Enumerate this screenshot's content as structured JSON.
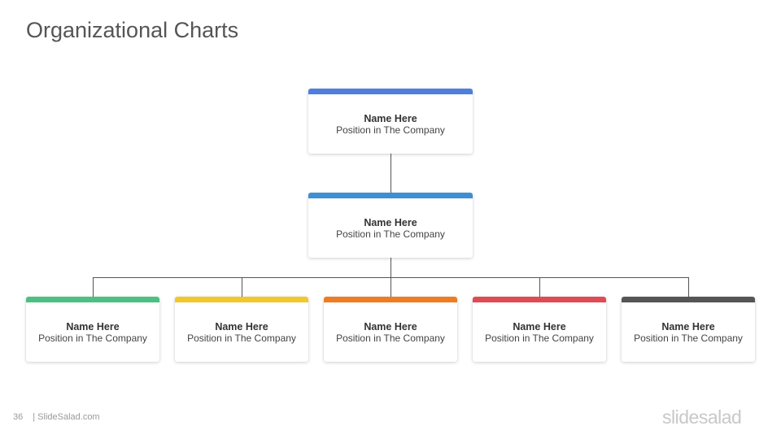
{
  "title": "Organizational Charts",
  "nodes": [
    {
      "id": "n0",
      "name": "Name Here",
      "position": "Position in The Company",
      "color": "#4e7fe0",
      "parent": null
    },
    {
      "id": "n1",
      "name": "Name Here",
      "position": "Position in The Company",
      "color": "#3c8fd4",
      "parent": "n0"
    },
    {
      "id": "n2",
      "name": "Name Here",
      "position": "Position in The Company",
      "color": "#4cbf83",
      "parent": "n1"
    },
    {
      "id": "n3",
      "name": "Name Here",
      "position": "Position in The Company",
      "color": "#f2c72d",
      "parent": "n1"
    },
    {
      "id": "n4",
      "name": "Name Here",
      "position": "Position in The Company",
      "color": "#ef7c22",
      "parent": "n1"
    },
    {
      "id": "n5",
      "name": "Name Here",
      "position": "Position in The Company",
      "color": "#e04a55",
      "parent": "n1"
    },
    {
      "id": "n6",
      "name": "Name Here",
      "position": "Position in The Company",
      "color": "#555555",
      "parent": "n1"
    }
  ],
  "footer": {
    "page_number": "36",
    "site": "| SlideSalad.com"
  },
  "logo": {
    "part1": "slide",
    "part2": "salad"
  }
}
